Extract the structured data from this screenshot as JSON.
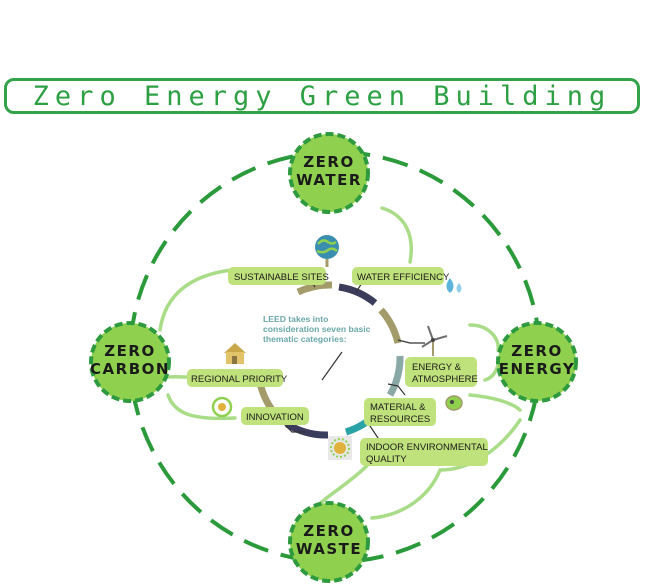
{
  "title": "Zero Energy Green Building",
  "nodes": {
    "water": [
      "ZERO",
      "WATER"
    ],
    "carbon": [
      "ZERO",
      "CARBON"
    ],
    "energy": [
      "ZERO",
      "ENERGY"
    ],
    "waste": [
      "ZERO",
      "WASTE"
    ]
  },
  "center_text": [
    "LEED takes into",
    "consideration seven basic",
    "thematic categories:"
  ],
  "categories": {
    "sustainable_sites": [
      "SUSTAINABLE SITES"
    ],
    "water_efficiency": [
      "WATER EFFICIENCY"
    ],
    "energy_atmosphere": [
      "ENERGY &",
      "ATMOSPHERE"
    ],
    "material_resources": [
      "MATERIAL &",
      "RESOURCES"
    ],
    "indoor_quality": [
      "INDOOR ENVIRONMENTAL",
      "QUALITY"
    ],
    "innovation": [
      "INNOVATION"
    ],
    "regional_priority": [
      "REGIONAL PRIORITY"
    ]
  },
  "colors": {
    "title_green": "#2ea044",
    "node_fill": "#8fd14f",
    "node_border": "#2e9a3f",
    "dash_green": "#2b9a3a",
    "light_green": "#a9dc86",
    "label_fill": "#c0e27c",
    "ring_olive": "#a39b6a",
    "ring_navy": "#3b3b5c",
    "ring_teal": "#2aa3a7",
    "ring_gray": "#8aa9a6"
  },
  "icons": [
    "globe-icon",
    "water-drop-icon",
    "wind-turbine-icon",
    "piggy-bank-icon",
    "sun-icon",
    "recycle-bulb-icon",
    "house-icon"
  ]
}
